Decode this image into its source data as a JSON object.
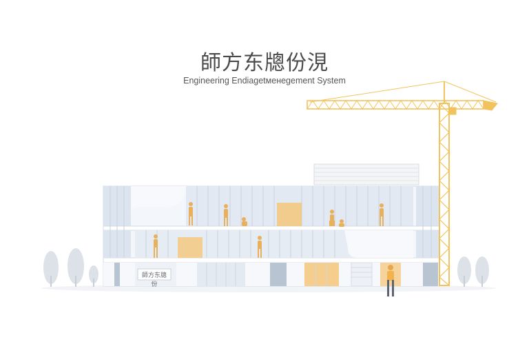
{
  "header": {
    "title": "師方东牕份涀",
    "subtitle": "Engineering Endiagetменеgement System"
  },
  "building": {
    "sign_text": "師方东牕份"
  },
  "colors": {
    "crane": "#f2c25c",
    "glass": "#dfe7f2",
    "accent_panel": "#f5c77a",
    "worker": "#e8b05a",
    "tree": "#d8dde3"
  }
}
